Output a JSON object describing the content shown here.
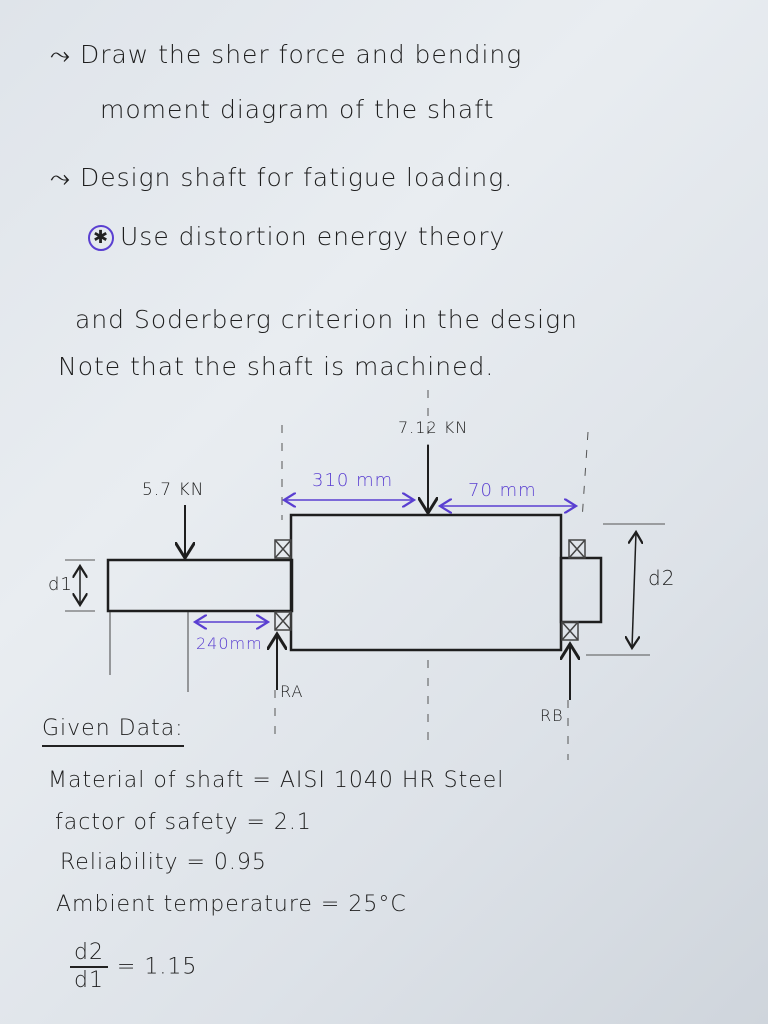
{
  "instructions": [
    {
      "bullet": "arrow",
      "text": "Draw the sher force and bending"
    },
    {
      "bullet": "",
      "text": "moment diagram of the shaft"
    },
    {
      "bullet": "arrow",
      "text": "Design shaft for fatigue loading."
    },
    {
      "bullet": "star",
      "text": "Use distortion energy theory"
    },
    {
      "bullet": "",
      "text": "and Soderberg criterion in the design"
    },
    {
      "bullet": "",
      "text": "Note that the shaft is machined."
    }
  ],
  "diagram": {
    "load_center": "7.12 KN",
    "load_left": "5.7 KN",
    "dim_310": "310 mm",
    "dim_70": "70 mm",
    "dim_240": "240mm",
    "label_d1": "d1",
    "label_d2": "d2",
    "label_ra": "RA",
    "label_rb": "RB",
    "colors": {
      "ink": "#1e1e1e",
      "dimension": "#5a3fd1"
    }
  },
  "given": {
    "heading": "Given Data:",
    "material": "Material of shaft = AISI 1040 HR Steel",
    "fos": "factor of safety = 2.1",
    "reliability": "Reliability = 0.95",
    "temperature": "Ambient temperature = 25°C",
    "ratio_num": "d2",
    "ratio_den": "d1",
    "ratio_val": "= 1.15"
  }
}
